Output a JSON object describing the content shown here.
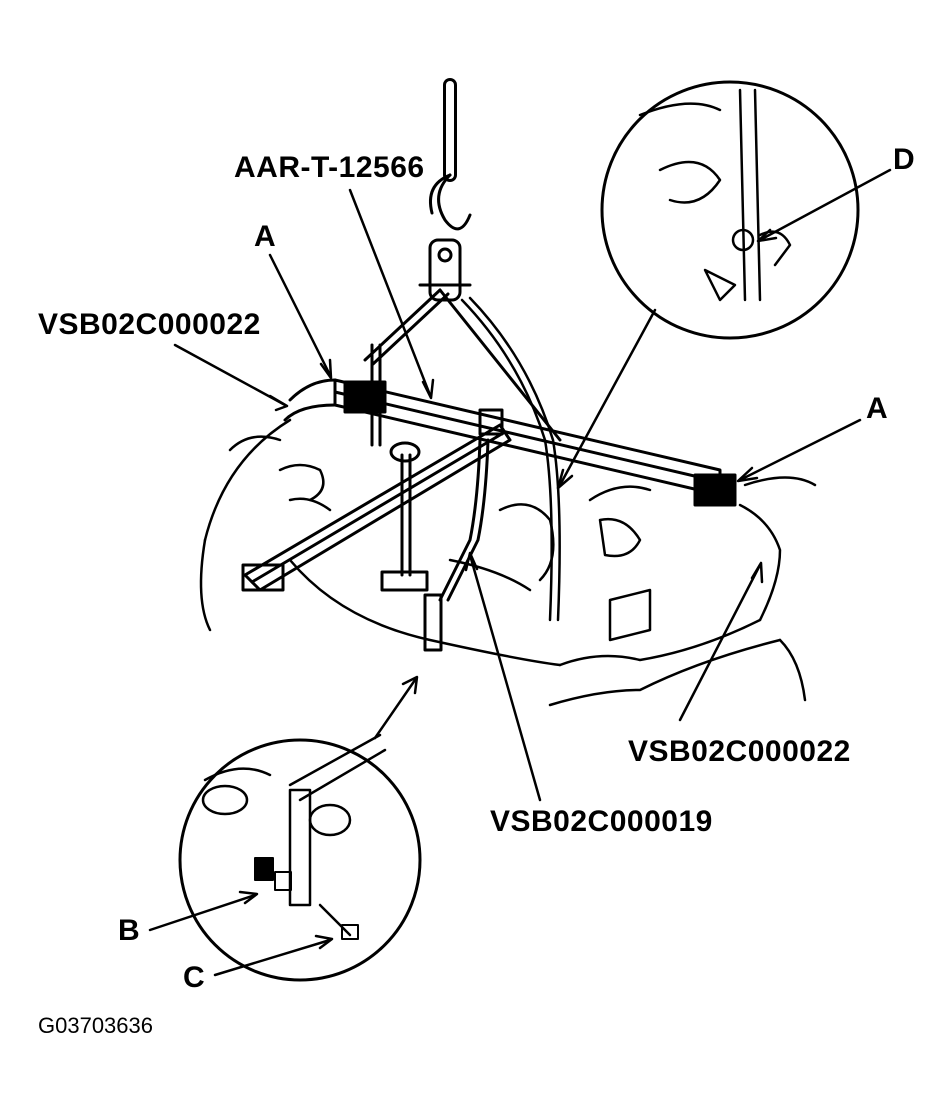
{
  "figure": {
    "id_text": "G03703636",
    "stroke_color": "#000000",
    "background_color": "#ffffff"
  },
  "labels": {
    "tool_lift_beam": "AAR-T-12566",
    "support_bar_top": "VSB02C000022",
    "support_bar_right": "VSB02C000022",
    "adapter_hook": "VSB02C000019",
    "part_a_left": "A",
    "part_a_right": "A",
    "part_b": "B",
    "part_c": "C",
    "part_d": "D"
  }
}
